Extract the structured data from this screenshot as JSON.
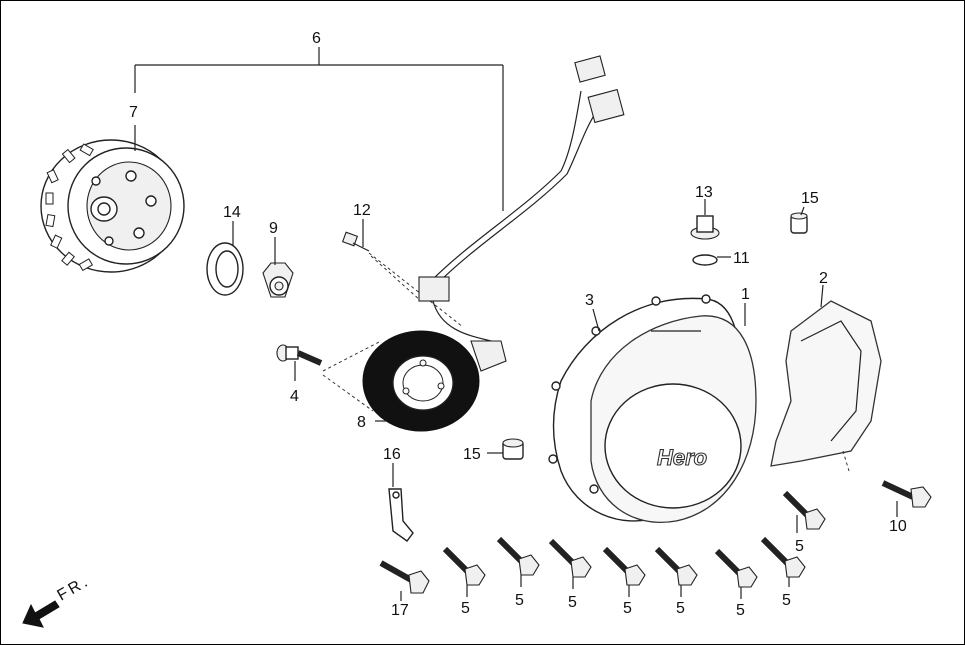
{
  "callouts": [
    {
      "id": "c6",
      "text": "6"
    },
    {
      "id": "c7",
      "text": "7"
    },
    {
      "id": "c14",
      "text": "14"
    },
    {
      "id": "c9",
      "text": "9"
    },
    {
      "id": "c12",
      "text": "12"
    },
    {
      "id": "c13",
      "text": "13"
    },
    {
      "id": "c15a",
      "text": "15"
    },
    {
      "id": "c11",
      "text": "11"
    },
    {
      "id": "c2",
      "text": "2"
    },
    {
      "id": "c3",
      "text": "3"
    },
    {
      "id": "c1",
      "text": "1"
    },
    {
      "id": "c4",
      "text": "4"
    },
    {
      "id": "c8",
      "text": "8"
    },
    {
      "id": "c15b",
      "text": "15"
    },
    {
      "id": "c16",
      "text": "16"
    },
    {
      "id": "c10",
      "text": "10"
    },
    {
      "id": "c5a",
      "text": "5"
    },
    {
      "id": "c5b",
      "text": "5"
    },
    {
      "id": "c5c",
      "text": "5"
    },
    {
      "id": "c5d",
      "text": "5"
    },
    {
      "id": "c5e",
      "text": "5"
    },
    {
      "id": "c5f",
      "text": "5"
    },
    {
      "id": "c5g",
      "text": "5"
    },
    {
      "id": "c5h",
      "text": "5"
    },
    {
      "id": "c17",
      "text": "17"
    }
  ],
  "cover_logo": "Hero",
  "direction_label": "FR."
}
